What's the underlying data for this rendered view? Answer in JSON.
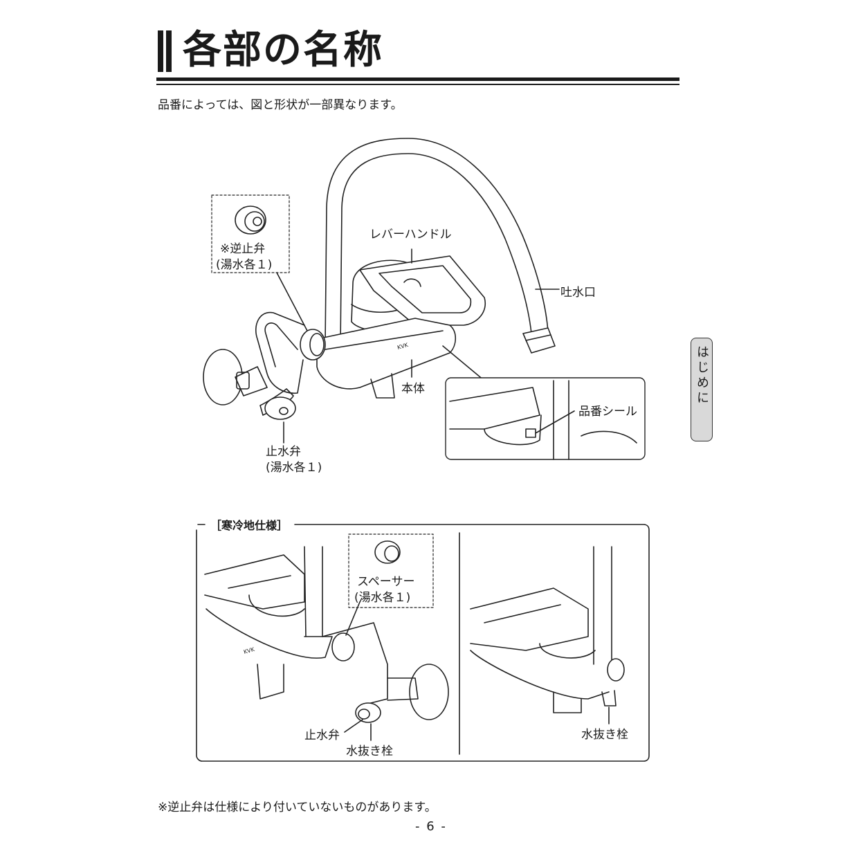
{
  "header": {
    "title": "各部の名称",
    "subtitle": "品番によっては、図と形状が一部異なります。"
  },
  "side_tab": {
    "label": "はじめに"
  },
  "main_diagram": {
    "labels": {
      "check_valve_line1": "※逆止弁",
      "check_valve_line2": "(湯水各１)",
      "lever_handle": "レバーハンドル",
      "spout": "吐水口",
      "body": "本体",
      "product_seal": "品番シール",
      "stop_valve_line1": "止水弁",
      "stop_valve_line2": "(湯水各１)",
      "brand": "KVK"
    }
  },
  "cold_region": {
    "title": "［寒冷地仕様］",
    "labels": {
      "spacer_line1": "スペーサー",
      "spacer_line2": "(湯水各１)",
      "stop_valve": "止水弁",
      "drain_plug_left": "水抜き栓",
      "drain_plug_right": "水抜き栓",
      "brand": "KVK"
    }
  },
  "footer": {
    "note": "※逆止弁は仕様により付いていないものがあります。",
    "page_number": "- 6 -"
  }
}
